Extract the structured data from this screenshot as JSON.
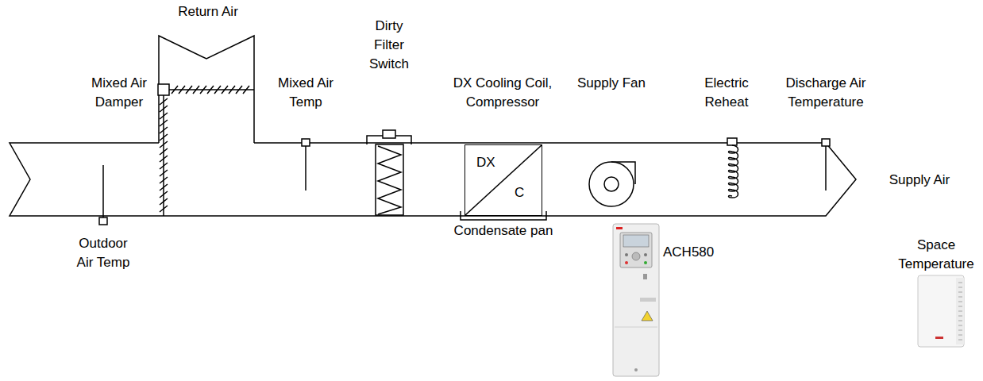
{
  "diagram": {
    "nodes": [
      {
        "text": [
          "DX",
          "C"
        ]
      }
    ],
    "labels": [
      "Return Air",
      "Mixed Air Damper",
      "Mixed Air Temp",
      "Dirty Filter Switch",
      "DX Cooling Coil, Compressor",
      "Supply Fan",
      "Electric Reheat",
      "Discharge Air Temperature",
      "Supply Air",
      "Outdoor Air Temp",
      "Condensate pan",
      "ACH580",
      "Space Temperature"
    ]
  }
}
